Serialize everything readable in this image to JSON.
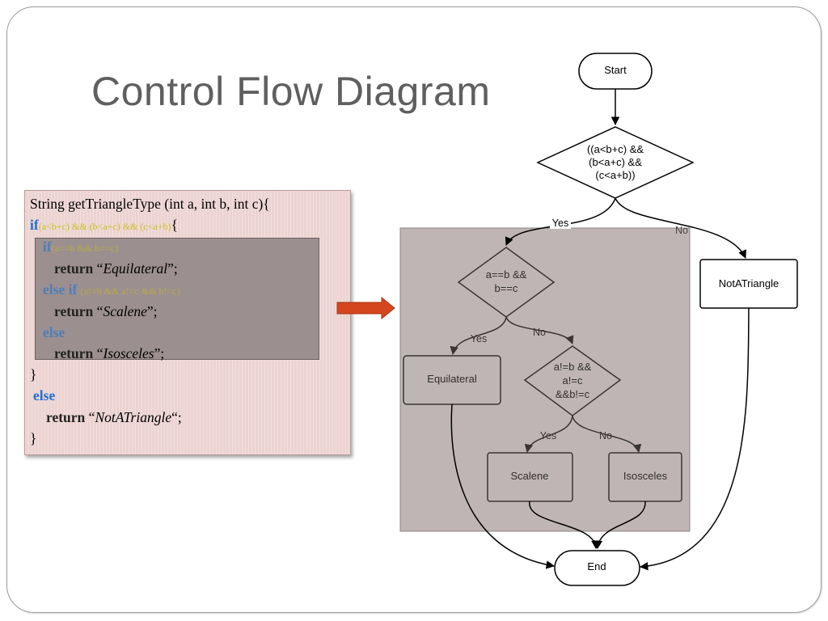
{
  "title": "Control Flow Diagram",
  "code": {
    "line1": "String getTriangleType (int a, int b, int c){",
    "line2_kw": "if",
    "line2_cond": "(a<b+c) && (b<a+c) && (c<a+b)",
    "line2_end": "{",
    "line3_kw": "if",
    "line3_cond": "(a==b && b==c)",
    "line4_kw": "return",
    "line4_str": "Equilateral",
    "line5_kw": "else if",
    "line5_cond": "(a!=b && a!=c && b!=c)",
    "line6_kw": "return",
    "line6_str": "Scalene",
    "line7_kw": "else",
    "line8_kw": "return",
    "line8_str": "Isosceles",
    "line9": "}",
    "line10_kw": "else",
    "line11_kw": "return",
    "line11_str": "NotATriangle",
    "line12": "}"
  },
  "diagram": {
    "start": "Start",
    "decision1": [
      "((a<b+c)  &&",
      "(b<a+c)  &&",
      "(c<a+b))"
    ],
    "decision2": [
      "a==b &&",
      "b==c"
    ],
    "decision3": [
      "a!=b &&",
      "a!=c",
      "&&b!=c"
    ],
    "equilateral": "Equilateral",
    "scalene": "Scalene",
    "isosceles": "Isosceles",
    "not_a_triangle": "NotATriangle",
    "end": "End",
    "yes": "Yes",
    "no": "No"
  }
}
